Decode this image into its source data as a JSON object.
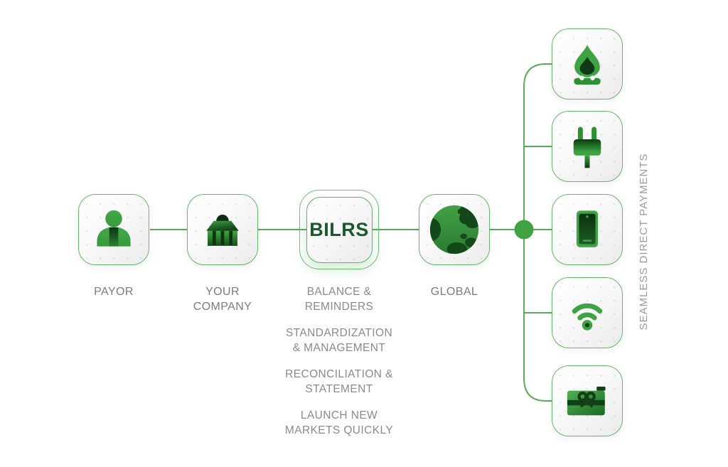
{
  "diagram": {
    "nodes": {
      "payor": {
        "label": "PAYOR",
        "icon": "person-icon"
      },
      "company": {
        "label": "YOUR\nCOMPANY",
        "icon": "bank-icon"
      },
      "bilrs": {
        "wordmark": "BILRS"
      },
      "global": {
        "label": "GLOBAL",
        "icon": "globe-icon"
      }
    },
    "bilrs_features": [
      "BALANCE &\nREMINDERS",
      "STANDARDIZATION\n& MANAGEMENT",
      "RECONCILIATION &\nSTATEMENT",
      "LAUNCH NEW\nMARKETS QUICKLY"
    ],
    "payments": {
      "caption": "SEAMLESS DIRECT PAYMENTS",
      "items": [
        {
          "name": "gas",
          "icon": "gas-flame-icon"
        },
        {
          "name": "electricity",
          "icon": "power-plug-icon"
        },
        {
          "name": "mobile",
          "icon": "smartphone-icon"
        },
        {
          "name": "internet",
          "icon": "wifi-icon"
        },
        {
          "name": "gift-card",
          "icon": "gift-card-icon"
        }
      ]
    },
    "colors": {
      "accent_green": "#3fa344",
      "dark_green": "#123f18",
      "line_green": "#5aac5a",
      "border_green": "#63b766",
      "wordmark_green": "#1a5a2a",
      "label_gray": "#7c7c7c",
      "caption_gray": "#9b9b9b"
    }
  }
}
